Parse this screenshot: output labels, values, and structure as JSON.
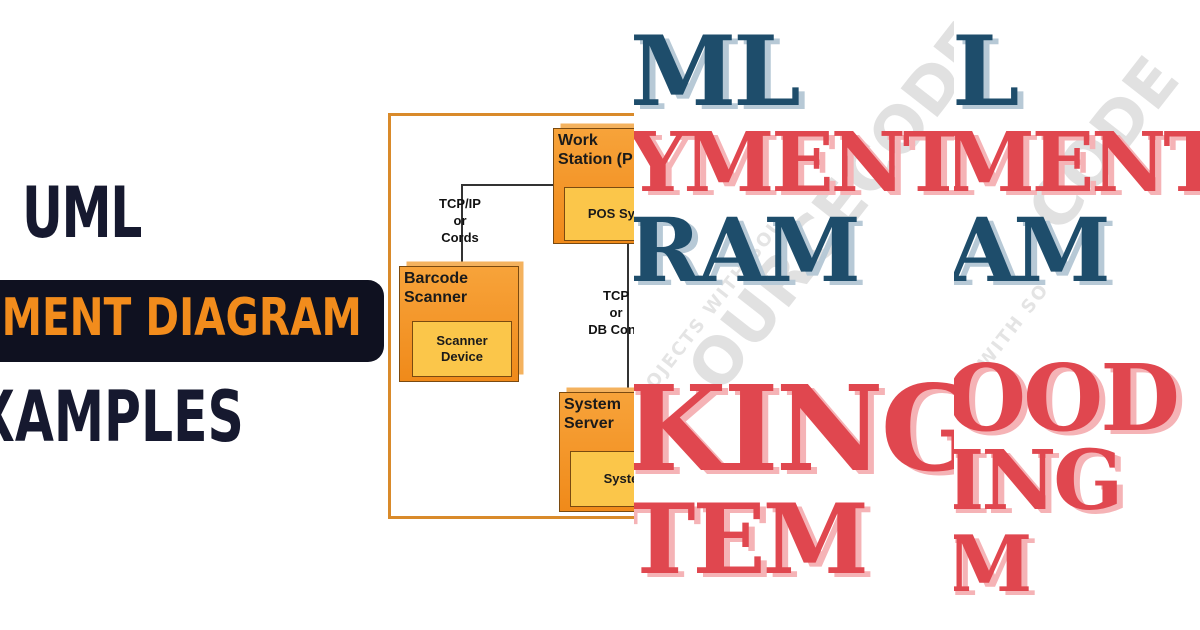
{
  "title": {
    "line1": "UML",
    "line2": "MENT DIAGRAM",
    "line3": "XAMPLES"
  },
  "diagram": {
    "workstation": {
      "title": "Work\nStation (P",
      "inner": "POS Sys"
    },
    "barcode": {
      "title": "Barcode\nScanner",
      "inner": "Scanner\nDevice"
    },
    "system": {
      "title": "System\nServer",
      "inner": "Syste"
    },
    "label_tcp": "TCP/IP\nor\nCords",
    "label_db": "TCP\nor\nDB Conn"
  },
  "panel_a": {
    "l1": "ML",
    "l2": "YMENT",
    "l3": "RAM",
    "l4": "KING",
    "l5": "TEM",
    "watermark": "OURCECODE",
    "watermark_sub": "OJECTS WITH SOU"
  },
  "panel_b": {
    "l1": "L",
    "l2": "MENT",
    "l3": "AM",
    "l4": "OOD",
    "l5": "ING",
    "l6": "M",
    "watermark": "CODE",
    "watermark_sub": "WITH SO"
  },
  "colors": {
    "accent_orange": "#f28c1c",
    "navy": "#1e4d6b",
    "red": "#e0474f",
    "dark": "#16192f"
  }
}
